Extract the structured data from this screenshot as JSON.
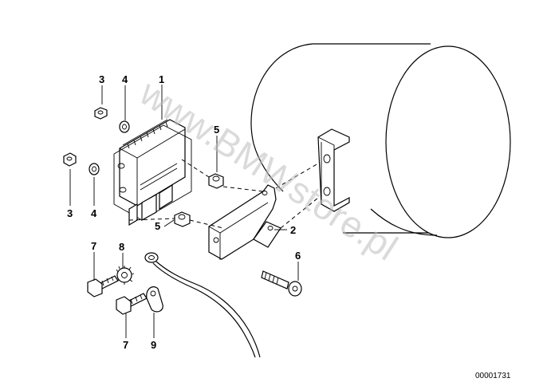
{
  "watermark": "www.BMWstore.pl",
  "diagram_number": "00001731",
  "callouts": [
    {
      "id": "3a",
      "label": "3"
    },
    {
      "id": "4a",
      "label": "4"
    },
    {
      "id": "1",
      "label": "1"
    },
    {
      "id": "5a",
      "label": "5"
    },
    {
      "id": "3b",
      "label": "3"
    },
    {
      "id": "4b",
      "label": "4"
    },
    {
      "id": "5b",
      "label": "5"
    },
    {
      "id": "2",
      "label": "2"
    },
    {
      "id": "7a",
      "label": "7"
    },
    {
      "id": "8",
      "label": "8"
    },
    {
      "id": "6",
      "label": "6"
    },
    {
      "id": "7b",
      "label": "7"
    },
    {
      "id": "9",
      "label": "9"
    }
  ]
}
